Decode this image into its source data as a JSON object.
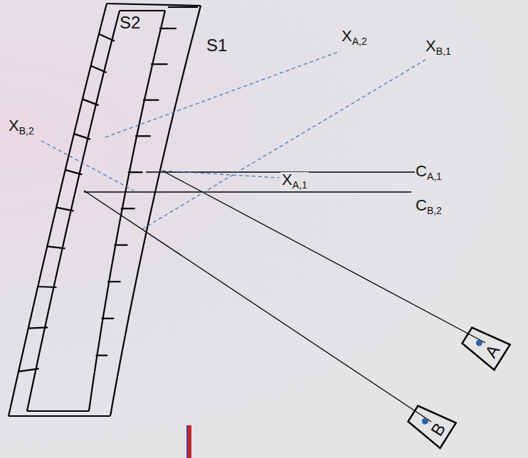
{
  "diagram": {
    "nodes": [
      {
        "text": [
          "A"
        ]
      },
      {
        "text": [
          "B"
        ]
      }
    ],
    "labels": [
      "S2",
      "S1",
      "XA,2",
      "XB,1",
      "XB,2",
      "XA,1",
      "CA,1",
      "CB,2"
    ]
  }
}
